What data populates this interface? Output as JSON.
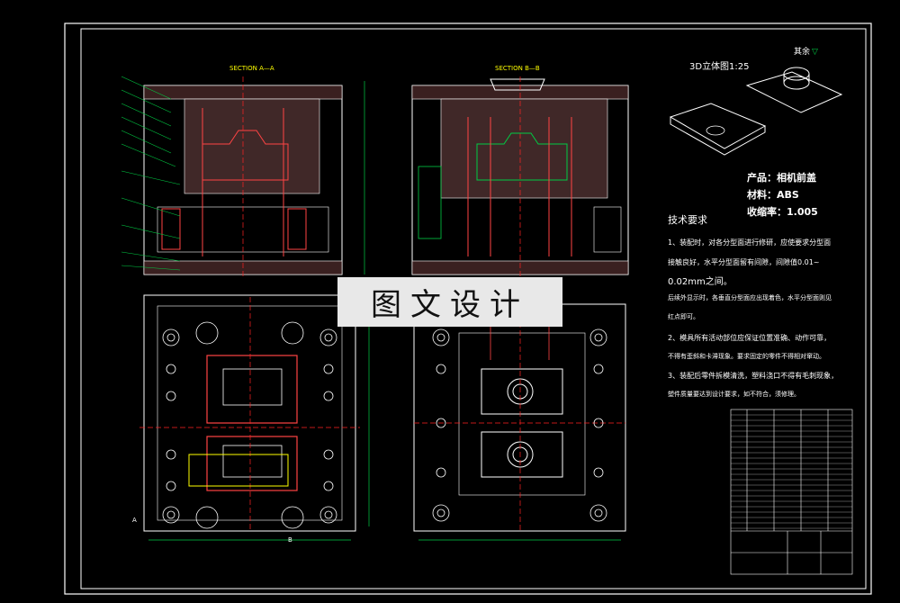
{
  "drawing": {
    "section_aa_title": "SECTION A—A",
    "section_bb_title": "SECTION B—B",
    "surface_note": "其余",
    "iso_label": "3D立体图1:25",
    "product": "产品：相机前盖",
    "material": "材料：ABS",
    "shrinkage": "收缩率：1.005",
    "tech_title": "技术要求",
    "tech_req_1a": "1、装配时，对各分型面进行修研，应使要求分型面",
    "tech_req_1b": "接触良好，水平分型面留有间隙，间隙值0.01~",
    "tech_req_1c": "0.02mm之间。",
    "tech_req_1d": "后续外显示时，各垂直分型面应出现着色，水平分型面则见",
    "tech_req_1e": "红点即可。",
    "tech_req_2": "2、模具所有活动部位应保证位置准确、动作可靠，",
    "tech_req_2b": "不得有歪斜和卡滞现象。要求固定的零件不得相对窜动。",
    "tech_req_3": "3、装配后零件拆模清洗，塑料浇口不得有毛刺现象，",
    "tech_req_3b": "塑件质量要达到设计要求，如不符合，须修理。",
    "section_letter_a": "A",
    "section_letter_b": "B"
  },
  "watermark": {
    "text": "图文设计"
  },
  "colors": {
    "background": "#000000",
    "outline": "#ffffff",
    "section_hatch": "#ff4444",
    "centerline": "#ff2222",
    "dimension": "#00cc44",
    "annotation": "#ffff00",
    "feature": "#ff00ff"
  }
}
